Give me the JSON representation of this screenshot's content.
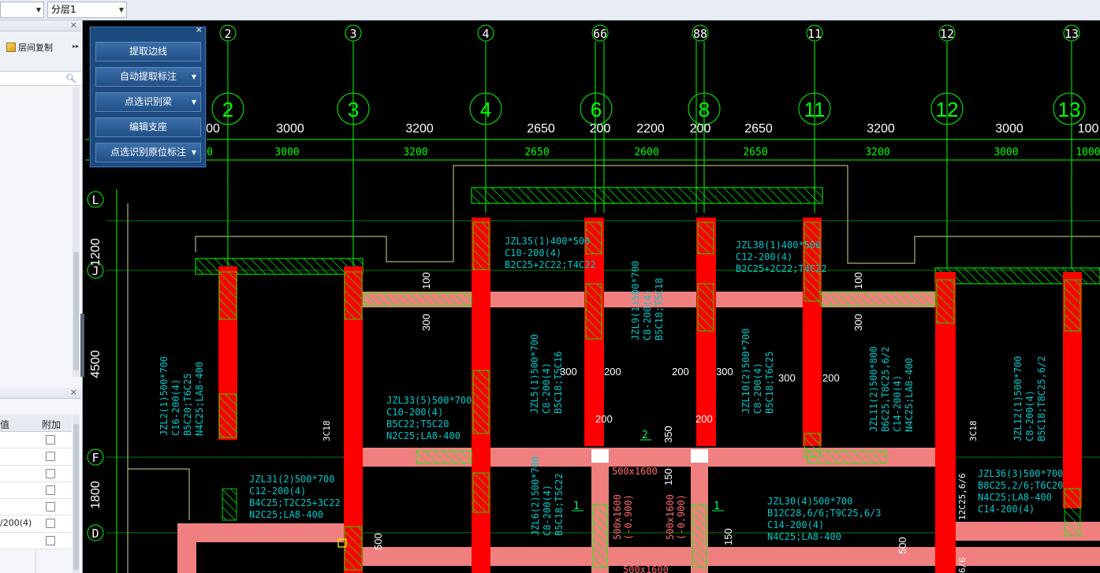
{
  "toolbar": {
    "combo1_value": "",
    "combo2_value": "分层1"
  },
  "left_panel": {
    "copy_label": "层间复制",
    "search_placeholder": "",
    "table": {
      "col_value": "值",
      "col_extra": "附加",
      "rows": [
        "",
        "",
        "",
        "",
        "",
        "/200(4)",
        ""
      ]
    }
  },
  "command_panel": {
    "buttons": [
      {
        "label": "提取边线",
        "dropdown": false
      },
      {
        "label": "自动提取标注",
        "dropdown": true
      },
      {
        "label": "点选识别梁",
        "dropdown": true
      },
      {
        "label": "编辑支座",
        "dropdown": false
      },
      {
        "label": "点选识别原位标注",
        "dropdown": true
      }
    ]
  },
  "drawing": {
    "colors": {
      "beam_red": "#ff0000",
      "beam_pink": "#f08080",
      "axis": "#00ff00",
      "text_green": "#00ff66",
      "text_cyan": "#00c8c8",
      "outline_yellow": "#d8d890",
      "white": "#ffffff"
    },
    "axis_top": [
      "2",
      "3",
      "4",
      "66",
      "88",
      "11",
      "12",
      "13"
    ],
    "axis_bubbles": [
      "2",
      "3",
      "4",
      "6",
      "8",
      "11",
      "12",
      "13"
    ],
    "dims_white": [
      "00",
      "3000",
      "3200",
      "2650",
      "200",
      "2200",
      "200",
      "2650",
      "3200",
      "3000",
      "100"
    ],
    "dims_green": [
      "0",
      "3000",
      "3200",
      "2650",
      "2600",
      "2650",
      "3200",
      "3000",
      "1000"
    ],
    "axis_left": [
      "L",
      "J",
      "F",
      "D"
    ],
    "dims_left": [
      "1200",
      "4500",
      "1800"
    ],
    "beam_labels": {
      "jzl35": [
        "JZL35(1)400*500",
        "C10-200(4)",
        "B2C25+2C22;T4C22"
      ],
      "jzl38": [
        "JZL38(1)400*500",
        "C12-200(4)",
        "B2C25+2C22;T4C22"
      ],
      "jzl9": [
        "JZL9(1)500*700",
        "C8-200(4)",
        "B5C18;T5C18"
      ],
      "jzl5": [
        "JZL5(1)500*700",
        "C8-200(4)",
        "B5C18;T5C16"
      ],
      "jzl10": [
        "JZL10(2)500*700",
        "C8-200(4)",
        "B5C18;T6C25"
      ],
      "jzl11": [
        "JZL11(2)500*800",
        "B6C25,T8C25,6/2",
        "C14-200(4)",
        "N4C25;LA8-400"
      ],
      "jzl2": [
        "JZL2(1)500*700",
        "C16-200(4)",
        "B5C20;T6C25",
        "N4C25;LA8-400"
      ],
      "jzl12": [
        "JZL12(1)500*700",
        "C8-200(4)",
        "B5C18;T8C25,6/2"
      ],
      "jzl33": [
        "JZL33(5)500*700",
        "C10-200(4)",
        "B5C22;T5C20",
        "N2C25;LA8-400"
      ],
      "jzl31": [
        "JZL31(2)500*700",
        "C12-200(4)",
        "B4C25;T2C25+3C22",
        "N2C25;LA8-400"
      ],
      "jzl6": [
        "JZL6(2)500*700",
        "C8-200(4)",
        "B5C18;T5C22"
      ],
      "jzl30": [
        "JZL30(4)500*700",
        "B12C28,6/6;T9C25,6/3",
        "C14-200(4)",
        "N4C25;LA8-400"
      ],
      "jzl36": [
        "JZL36(3)500*700",
        "B8C25,2/6;T6C20",
        "N4C25;LA8-400",
        "C14-200(4)"
      ]
    },
    "small_dims": {
      "d100a": "100",
      "d300a": "300",
      "d300b": "300",
      "d200a": "200",
      "d200b": "200",
      "d300c": "300",
      "d300d": "300",
      "d200c": "200",
      "d200d": "200",
      "d200e": "200",
      "d100b": "100",
      "d300e": "300",
      "d150a": "150",
      "d150b": "150",
      "d500a": "500",
      "d500b": "500",
      "d350": "350",
      "d2": "2",
      "d1a": "1",
      "d1b": "1"
    },
    "rebar_labels": {
      "left": "3C18",
      "right": "3C18",
      "r12": "12C25,6/6",
      "r6": "6/6"
    },
    "section_labels": {
      "s1": "500x1600",
      "s2": "500x1600",
      "s2b": "(-0.900)",
      "s3": "500x1600",
      "s3b": "(-0.900)",
      "s4": "500x1600"
    }
  }
}
